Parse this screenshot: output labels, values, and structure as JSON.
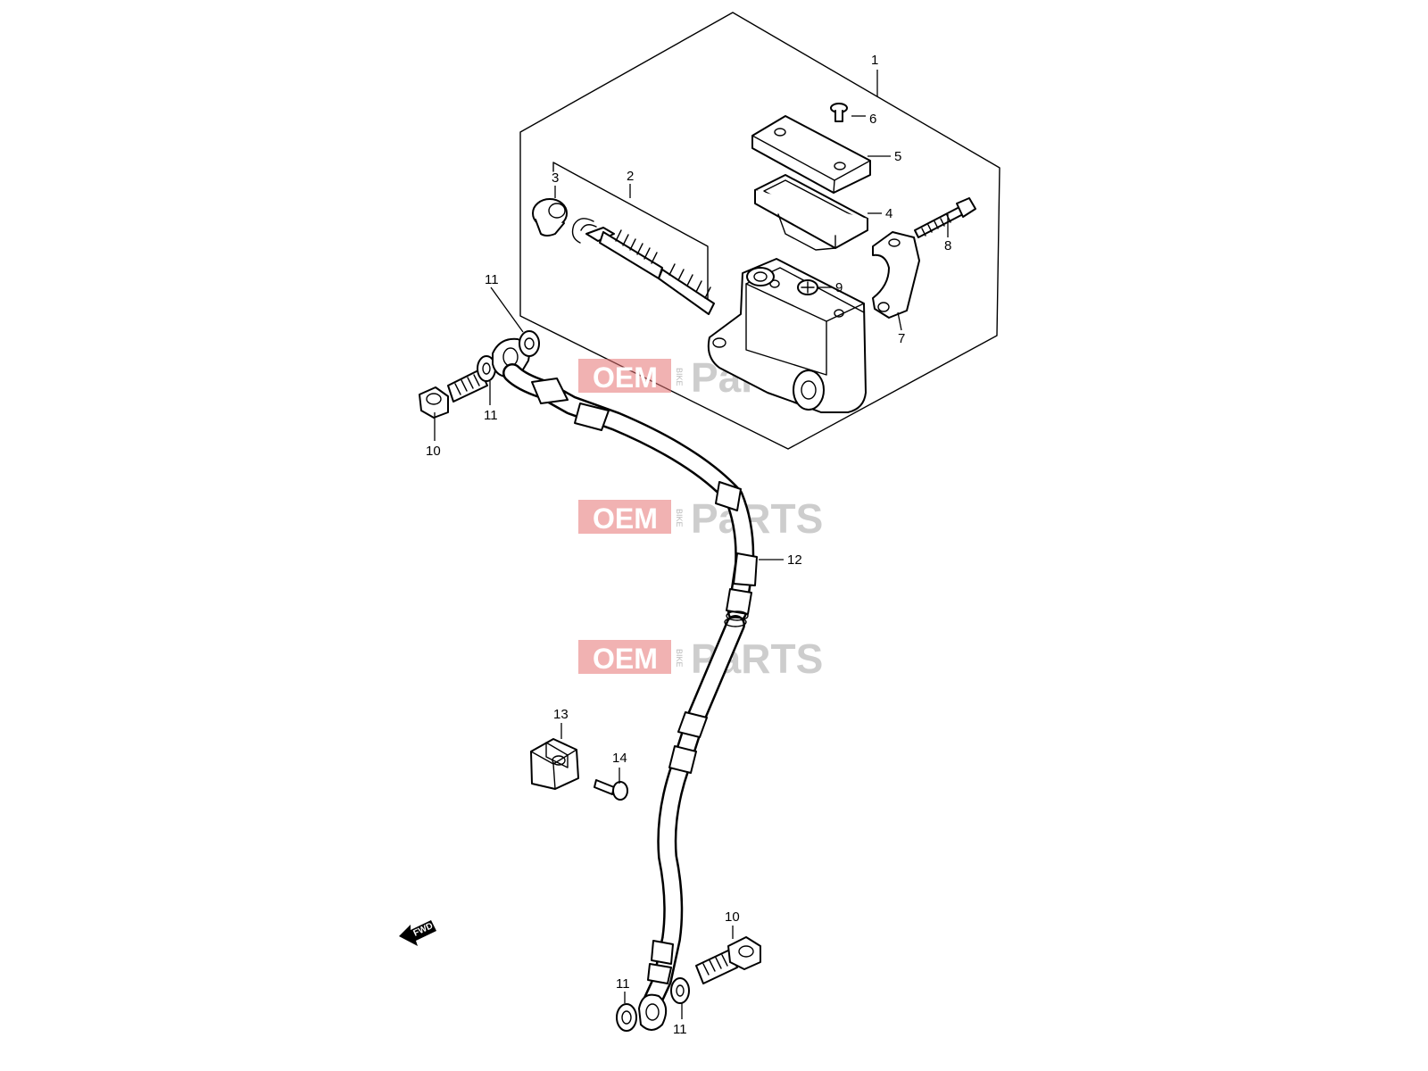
{
  "callouts": [
    {
      "id": "c1",
      "label": "1"
    },
    {
      "id": "c2",
      "label": "2"
    },
    {
      "id": "c3",
      "label": "3"
    },
    {
      "id": "c4",
      "label": "4"
    },
    {
      "id": "c5",
      "label": "5"
    },
    {
      "id": "c6",
      "label": "6"
    },
    {
      "id": "c7",
      "label": "7"
    },
    {
      "id": "c8",
      "label": "8"
    },
    {
      "id": "c9",
      "label": "9"
    },
    {
      "id": "c10a",
      "label": "10"
    },
    {
      "id": "c10b",
      "label": "10"
    },
    {
      "id": "c11a",
      "label": "11"
    },
    {
      "id": "c11b",
      "label": "11"
    },
    {
      "id": "c11c",
      "label": "11"
    },
    {
      "id": "c11d",
      "label": "11"
    },
    {
      "id": "c12",
      "label": "12"
    },
    {
      "id": "c13",
      "label": "13"
    },
    {
      "id": "c14",
      "label": "14"
    }
  ],
  "watermark": {
    "oem": "OEM",
    "bike": "BIKE",
    "parts": "PaRTS"
  },
  "direction_arrow": {
    "label": "FWD"
  }
}
